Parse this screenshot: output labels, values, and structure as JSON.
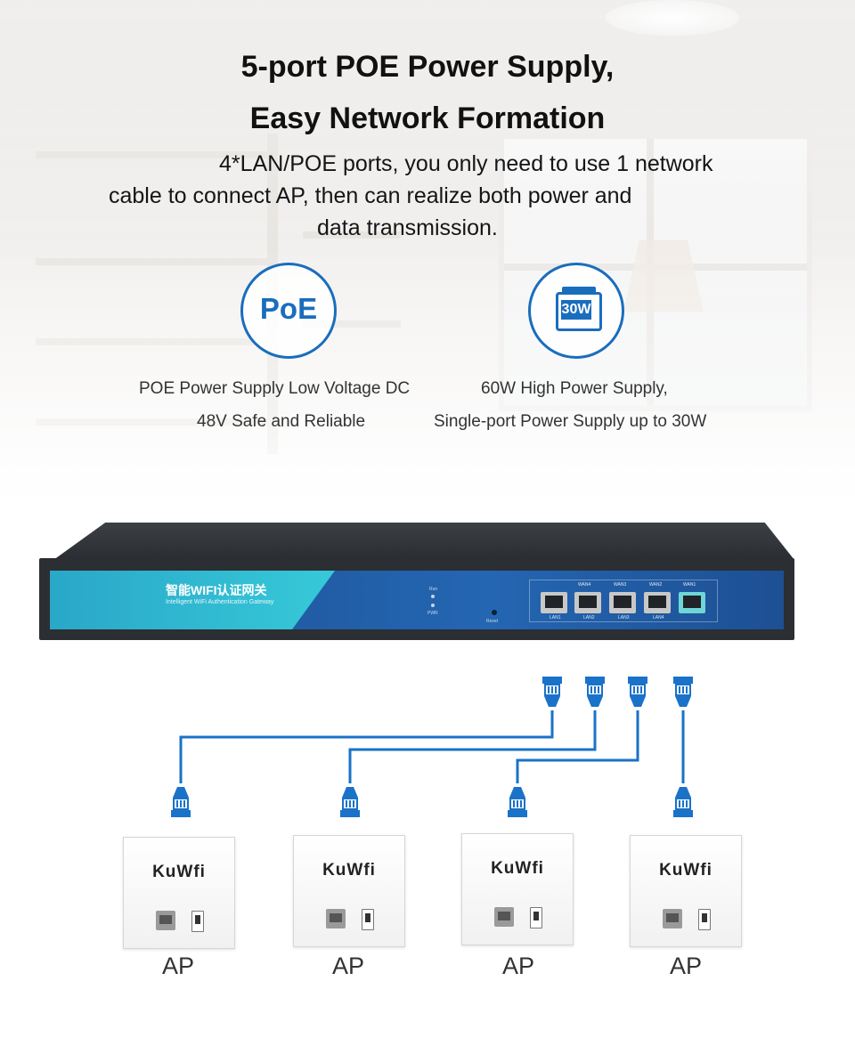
{
  "headline": {
    "line1": "5-port POE Power Supply,",
    "line2": "Easy Network Formation"
  },
  "description": {
    "line1": "4*LAN/POE ports, you only need to use 1 network",
    "line2": "cable to connect AP, then can realize both power and",
    "line3": "data transmission."
  },
  "features": [
    {
      "icon": "poe-icon",
      "badge": "PoE",
      "line1": "POE Power Supply  Low Voltage DC",
      "line2": "48V Safe and Reliable"
    },
    {
      "icon": "battery-30w-icon",
      "badge": "30W",
      "line1": "60W High Power Supply,",
      "line2": "Single-port Power Supply up to 30W"
    }
  ],
  "device": {
    "name": "智能WIFI认证网关",
    "subtitle": "Intelligent WiFi Authentication Gateway",
    "led_run": "Run",
    "led_pwr": "PWR",
    "reset": "Reset",
    "wan_labels": [
      "WAN4",
      "WAN3",
      "WAN2",
      "WAN1"
    ],
    "lan_labels": [
      "LAN1",
      "LAN2",
      "LAN3",
      "LAN4"
    ]
  },
  "access_points": [
    {
      "brand": "KuWfi",
      "label": "AP"
    },
    {
      "brand": "KuWfi",
      "label": "AP"
    },
    {
      "brand": "KuWfi",
      "label": "AP"
    },
    {
      "brand": "KuWfi",
      "label": "AP"
    }
  ],
  "colors": {
    "accent_blue": "#1a6dbd",
    "cable_blue": "#1a72c9",
    "device_panel": "#2466b2",
    "device_cyan": "#36c9d9"
  }
}
